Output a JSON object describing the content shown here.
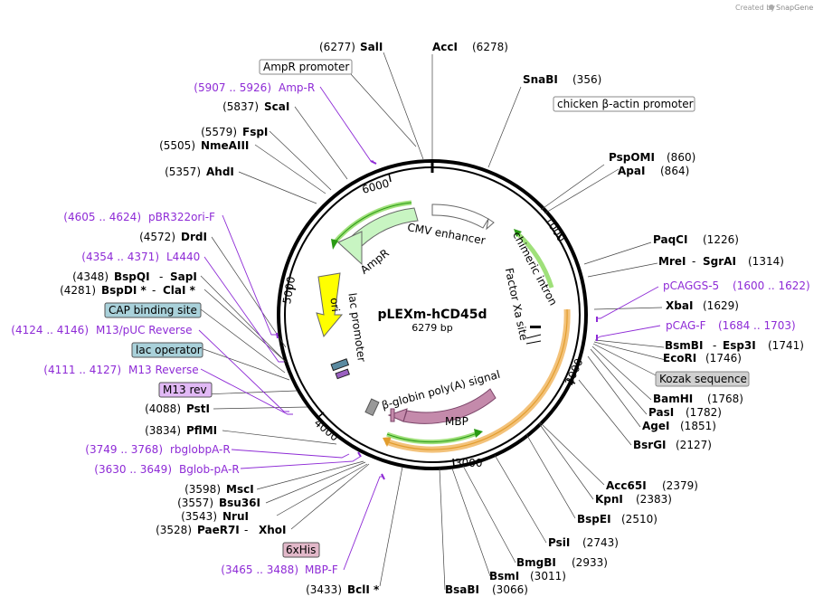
{
  "credit": "Created by",
  "credit_brand": "SnapGene",
  "map": {
    "name": "pLEXm-hCD45d",
    "length": "6279 bp",
    "tick_labels": [
      "1000",
      "2000",
      "3000",
      "4000",
      "5000",
      "6000"
    ]
  },
  "features": {
    "cmv": "CMV enhancer",
    "chimeric": "chimeric intron",
    "factorxa": "Factor Xa site",
    "bglobin": "β-globin poly(A) signal",
    "mbp": "MBP",
    "lac": "lac promoter",
    "ori": "ori",
    "ampr": "AmpR"
  },
  "site_labels": [
    {
      "name": "SalI",
      "pos": "(6277)"
    },
    {
      "name": "AccI",
      "pos": "(6278)"
    },
    {
      "name": "SnaBI",
      "pos": "(356)"
    },
    {
      "name": "PspOMI",
      "pos": "(860)"
    },
    {
      "name": "ApaI",
      "pos": "(864)"
    },
    {
      "name": "PaqCI",
      "pos": "(1226)"
    },
    {
      "name": "MreI",
      "name2": "SgrAI",
      "pos": "(1314)"
    },
    {
      "name": "XbaI",
      "pos": "(1629)"
    },
    {
      "name": "BsmBI",
      "name2": "Esp3I",
      "pos": "(1741)"
    },
    {
      "name": "EcoRI",
      "pos": "(1746)"
    },
    {
      "name": "BamHI",
      "pos": "(1768)"
    },
    {
      "name": "PasI",
      "pos": "(1782)"
    },
    {
      "name": "AgeI",
      "pos": "(1851)"
    },
    {
      "name": "BsrGI",
      "pos": "(2127)"
    },
    {
      "name": "Acc65I",
      "pos": "(2379)"
    },
    {
      "name": "KpnI",
      "pos": "(2383)"
    },
    {
      "name": "BspEI",
      "pos": "(2510)"
    },
    {
      "name": "PsiI",
      "pos": "(2743)"
    },
    {
      "name": "BmgBI",
      "pos": "(2933)"
    },
    {
      "name": "BsmI",
      "pos": "(3011)"
    },
    {
      "name": "BsaBI",
      "pos": "(3066)"
    },
    {
      "name": "BclI *",
      "pos": "(3433)"
    },
    {
      "name": "PaeR7I",
      "name2": "XhoI",
      "pos": "(3528)"
    },
    {
      "name": "NruI",
      "pos": "(3543)"
    },
    {
      "name": "Bsu36I",
      "pos": "(3557)"
    },
    {
      "name": "MscI",
      "pos": "(3598)"
    },
    {
      "name": "PflMI",
      "pos": "(3834)"
    },
    {
      "name": "PstI",
      "pos": "(4088)"
    },
    {
      "name": "BspDI *",
      "name2": "ClaI *",
      "pos": "(4281)"
    },
    {
      "name": "BspQI",
      "name2": "SapI",
      "pos": "(4348)"
    },
    {
      "name": "DrdI",
      "pos": "(4572)"
    },
    {
      "name": "AhdI",
      "pos": "(5357)"
    },
    {
      "name": "NmeAIII",
      "pos": "(5505)"
    },
    {
      "name": "FspI",
      "pos": "(5579)"
    },
    {
      "name": "ScaI",
      "pos": "(5837)"
    }
  ],
  "primers": [
    {
      "range": "(5907 .. 5926)",
      "name": "Amp-R"
    },
    {
      "range": "(4605 .. 4624)",
      "name": "pBR322ori-F"
    },
    {
      "range": "(4354 .. 4371)",
      "name": "L4440"
    },
    {
      "range": "(4124 .. 4146)",
      "name": "M13/pUC Reverse"
    },
    {
      "range": "(4111 .. 4127)",
      "name": "M13 Reverse"
    },
    {
      "range": "(3749 .. 3768)",
      "name": "rbglobpA-R"
    },
    {
      "range": "(3630 .. 3649)",
      "name": "Bglob-pA-R"
    },
    {
      "range": "(3465 .. 3488)",
      "name": "MBP-F"
    },
    {
      "name": "pCAGGS-5",
      "range": "(1600 .. 1622)"
    },
    {
      "name": "pCAG-F",
      "range": "(1684 .. 1703)"
    }
  ],
  "boxed": {
    "ampr_promoter": "AmpR promoter",
    "chicken": "chicken β-actin promoter",
    "kozak": "Kozak sequence",
    "cap": "CAP binding site",
    "lacop": "lac operator",
    "m13rev": "M13 rev",
    "his": "6xHis"
  }
}
